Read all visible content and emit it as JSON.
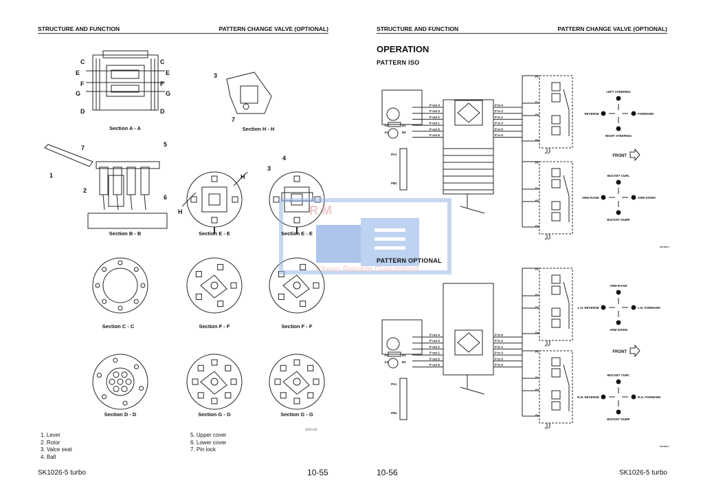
{
  "left_page": {
    "header_left": "STRUCTURE AND FUNCTION",
    "header_right": "PATTERN CHANGE  VALVE (OPTIONAL)",
    "sections": [
      "Section A - A",
      "Section H - H",
      "Section B - B",
      "Section E - E",
      "Section E - E",
      "Section C - C",
      "Section F - F",
      "Section F - F",
      "Section D - D",
      "Section G - G",
      "Section G - G"
    ],
    "section_marks": [
      "C",
      "C",
      "E",
      "E",
      "F",
      "F",
      "G",
      "G",
      "D",
      "D",
      "H",
      "H"
    ],
    "callouts": [
      "1",
      "2",
      "3",
      "4",
      "5",
      "6",
      "7",
      "7",
      "3"
    ],
    "legend": [
      "1.  Lever",
      "2.  Rotor",
      "3.  Valce seat",
      "4.  Ball",
      "5.  Upper cover",
      "6.  Lower cover",
      "7.  Pin lock"
    ],
    "figure_code": "dedcodi",
    "footer_model": "SK1026-5 turbo",
    "page_number": "10-55"
  },
  "right_page": {
    "header_left": "STRUCTURE AND FUNCTION",
    "header_right": "PATTERN CHANGE  VALVE (OPTIONAL)",
    "title": "OPERATION",
    "pattern_iso": {
      "title": "PATTERN ISO",
      "p_out": [
        "P out 4",
        "P out 3",
        "P out 2",
        "P out 1",
        "P out 5",
        "P out 6"
      ],
      "p_in": [
        "P in 4",
        "P in 2",
        "P in 1",
        "P in 3",
        "P in 5",
        "P in 6"
      ],
      "ports": [
        "A1",
        "B1",
        "A2",
        "B2",
        "PA1",
        "PB1"
      ],
      "valve_ports": [
        "P1",
        "P2",
        "P3",
        "P4",
        "P-T",
        "P1",
        "P2",
        "P3",
        "P4",
        "P-T"
      ],
      "joy1": {
        "up": "LEFT STEERING",
        "down": "RIGHT STEERING",
        "left": "REVERSE",
        "right": "FORWARD"
      },
      "front": "FRONT",
      "joy2": {
        "up": "BUCKET CURL",
        "down": "BUCKET DUMP",
        "left": "ARM RAISE",
        "right": "ARM DOWN"
      },
      "code": "SK1026-5"
    },
    "pattern_optional": {
      "title": "PATTERN OPTIONAL",
      "p_out": [
        "P out 4",
        "P out 3",
        "P out 2",
        "P out 1",
        "P out 5",
        "P out 6"
      ],
      "p_in": [
        "P in 6",
        "P in 2",
        "P in 1",
        "P in 3",
        "P in 5",
        "P in 6"
      ],
      "ports": [
        "A1",
        "B1",
        "A2",
        "B2",
        "PA1",
        "PB1"
      ],
      "valve_ports": [
        "P1",
        "P2",
        "P3",
        "P4",
        "P-T",
        "P1",
        "P2",
        "P3",
        "P4",
        "P-T"
      ],
      "joy1": {
        "up": "ARM RAISE",
        "down": "ARM DOWN",
        "left": "L.H. REVERSE",
        "right": "L.H. FORWARD"
      },
      "front": "FRONT",
      "joy2": {
        "up": "BUCKET CURL",
        "down": "BUCKET DUMP",
        "left": "R.H. REVERSE",
        "right": "R.H. FORWARD"
      },
      "code": "SK1026-5"
    },
    "footer_model": "SK1026-5 turbo",
    "page_number": "10-56"
  },
  "watermark": {
    "text_top": "R M",
    "text_bottom": "Cheap Reliable Guaranteed",
    "color": "#4a7fd6"
  }
}
